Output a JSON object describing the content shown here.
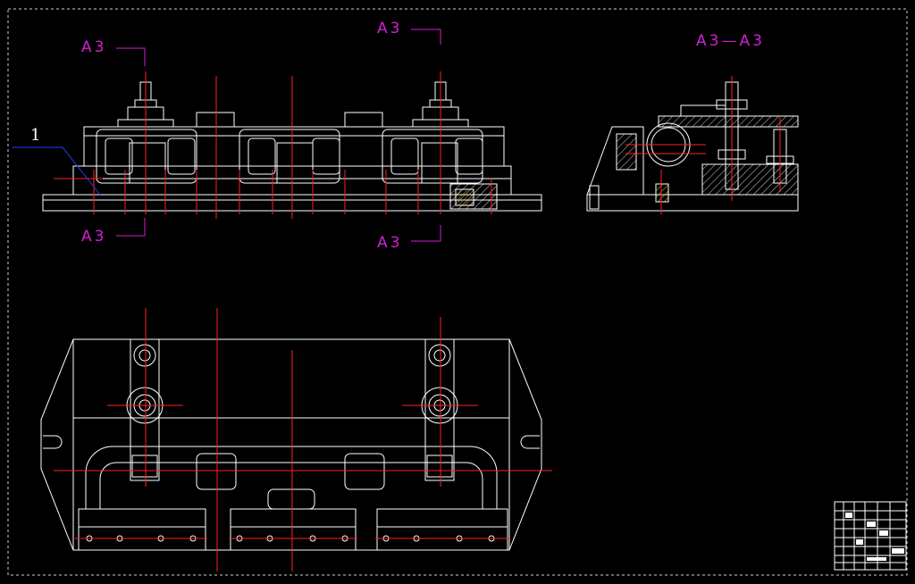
{
  "section_labels": {
    "top_left": "A3",
    "top_center": "A3",
    "bottom_left": "A3",
    "bottom_center": "A3",
    "side_view": "A3—A3"
  },
  "part_callout": "1",
  "colors": {
    "background": "#000000",
    "outline": "#ffffff",
    "center_line": "#ff2020",
    "section_mark": "#d020d0",
    "leader": "#2040ff",
    "hatch_highlight": "#e0c000"
  }
}
